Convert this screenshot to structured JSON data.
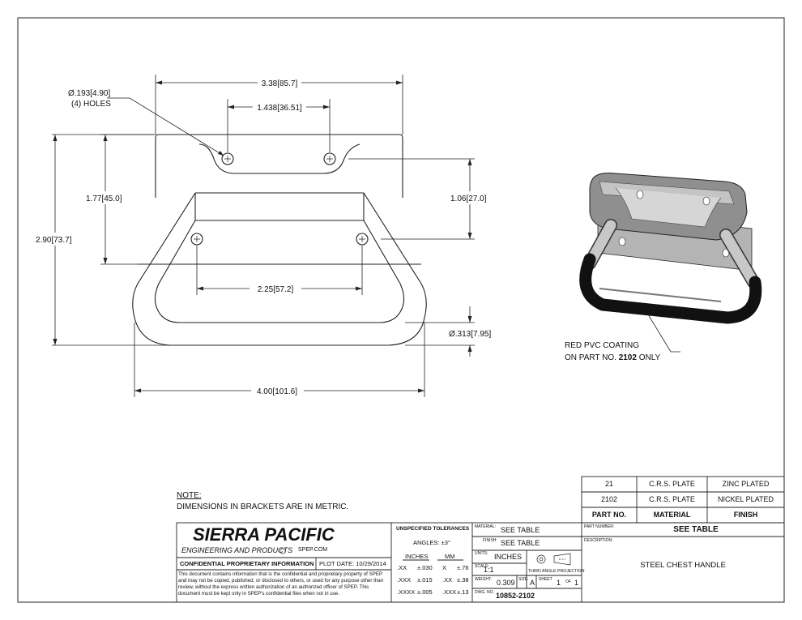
{
  "dimensions": {
    "overall_width_top": "3.38[85.7]",
    "hole_spacing_top": "1.438[36.51]",
    "hole_callout_line1": "Ø.193[4.90]",
    "hole_callout_line2": "(4) HOLES",
    "height_left_inner": "1.77[45.0]",
    "height_overall": "2.90[73.7]",
    "height_right": "1.06[27.0]",
    "hole_spacing_bottom": "2.25[57.2]",
    "rod_diameter": "Ø.313[7.95]",
    "overall_width_bottom": "4.00[101.6]"
  },
  "annotation": {
    "line1": "RED PVC COATING",
    "line2_prefix": "ON PART NO. ",
    "line2_part": "2102",
    "line2_suffix": " ONLY"
  },
  "note": {
    "heading": "NOTE:",
    "text": "DIMENSIONS IN BRACKETS ARE IN METRIC."
  },
  "parts_table": {
    "headers": [
      "PART NO.",
      "MATERIAL",
      "FINISH"
    ],
    "rows": [
      [
        "21",
        "C.R.S. PLATE",
        "ZINC PLATED"
      ],
      [
        "2102",
        "C.R.S. PLATE",
        "NICKEL PLATED"
      ]
    ]
  },
  "title_block": {
    "company": "SIERRA PACIFIC",
    "company_sub": "ENGINEERING AND PRODUCTS",
    "website": "SPEP.COM",
    "confidential_title": "CONFIDENTIAL PROPRIETARY INFORMATION",
    "plot_date": "PLOT DATE: 10/29/2014",
    "confidential_text": "This document contains information that is the confidential and proprietary property of SPEP and may not be copied, published, or disclosed to others, or used for any purpose other than review, without the express written authorization of an authorized officer of SPEP. This document must be kept only in SPEP's confidential files when not in use.",
    "tolerances_title": "UNSPECIFIED TOLERANCES",
    "angles": "ANGLES: ±3°",
    "inches_label": "INCHES",
    "mm_label": "MM",
    "tol_rows": [
      [
        ".XX",
        "±.030",
        "X",
        "±.76"
      ],
      [
        ".XXX",
        "±.015",
        ".XX",
        "±.38"
      ],
      [
        ".XXXX",
        "±.005",
        ".XXX",
        "±.13"
      ]
    ],
    "material_label": "MATERIAL:",
    "material_value": "SEE TABLE",
    "finish_label": "FINISH:",
    "finish_value": "SEE TABLE",
    "units_label": "UNITS:",
    "units_value": "INCHES",
    "scale_label": "SCALE:",
    "scale_value": "1:1",
    "projection": "THIRD ANGLE PROJECTION",
    "weight_label": "WEIGHT:",
    "weight_value": "0.309",
    "size_label": "SIZE:",
    "size_value": "A",
    "sheet_label": "SHEET",
    "sheet_num": "1",
    "of_label": "OF",
    "sheet_total": "1",
    "dwg_label": "DWG. NO.",
    "dwg_value": "10852-2102",
    "part_number_label": "PART NUMBER:",
    "part_number_value": "SEE TABLE",
    "description_label": "DESCRIPTION:",
    "description_value": "STEEL CHEST HANDLE"
  }
}
